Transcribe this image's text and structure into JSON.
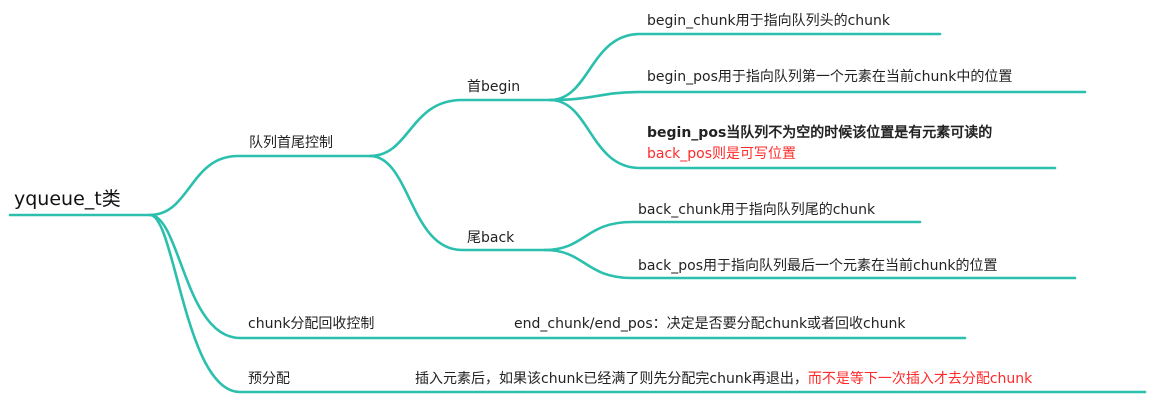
{
  "root": {
    "label": "yqueue_t类"
  },
  "branches": {
    "queue_control": {
      "label": "队列首尾控制",
      "head": {
        "label": "首begin",
        "items": [
          "begin_chunk用于指向队列头的chunk",
          "begin_pos用于指向队列第一个元素在当前chunk中的位置"
        ],
        "note": {
          "line1": "begin_pos当队列不为空的时候该位置是有元素可读的",
          "line2": "back_pos则是可写位置"
        }
      },
      "tail": {
        "label": "尾back",
        "items": [
          "back_chunk用于指向队列尾的chunk",
          "back_pos用于指向队列最后一个元素在当前chunk的位置"
        ]
      }
    },
    "chunk_control": {
      "label": "chunk分配回收控制",
      "detail": "end_chunk/end_pos：决定是否要分配chunk或者回收chunk"
    },
    "preallocate": {
      "label": "预分配",
      "detail_part1": "插入元素后，如果该chunk已经满了则先分配完chunk再退出，",
      "detail_part2": "而不是等下一次插入才去分配chunk"
    }
  },
  "colors": {
    "branch": "#2bbfae",
    "highlight": "#ff2a2a",
    "text": "#222222"
  }
}
